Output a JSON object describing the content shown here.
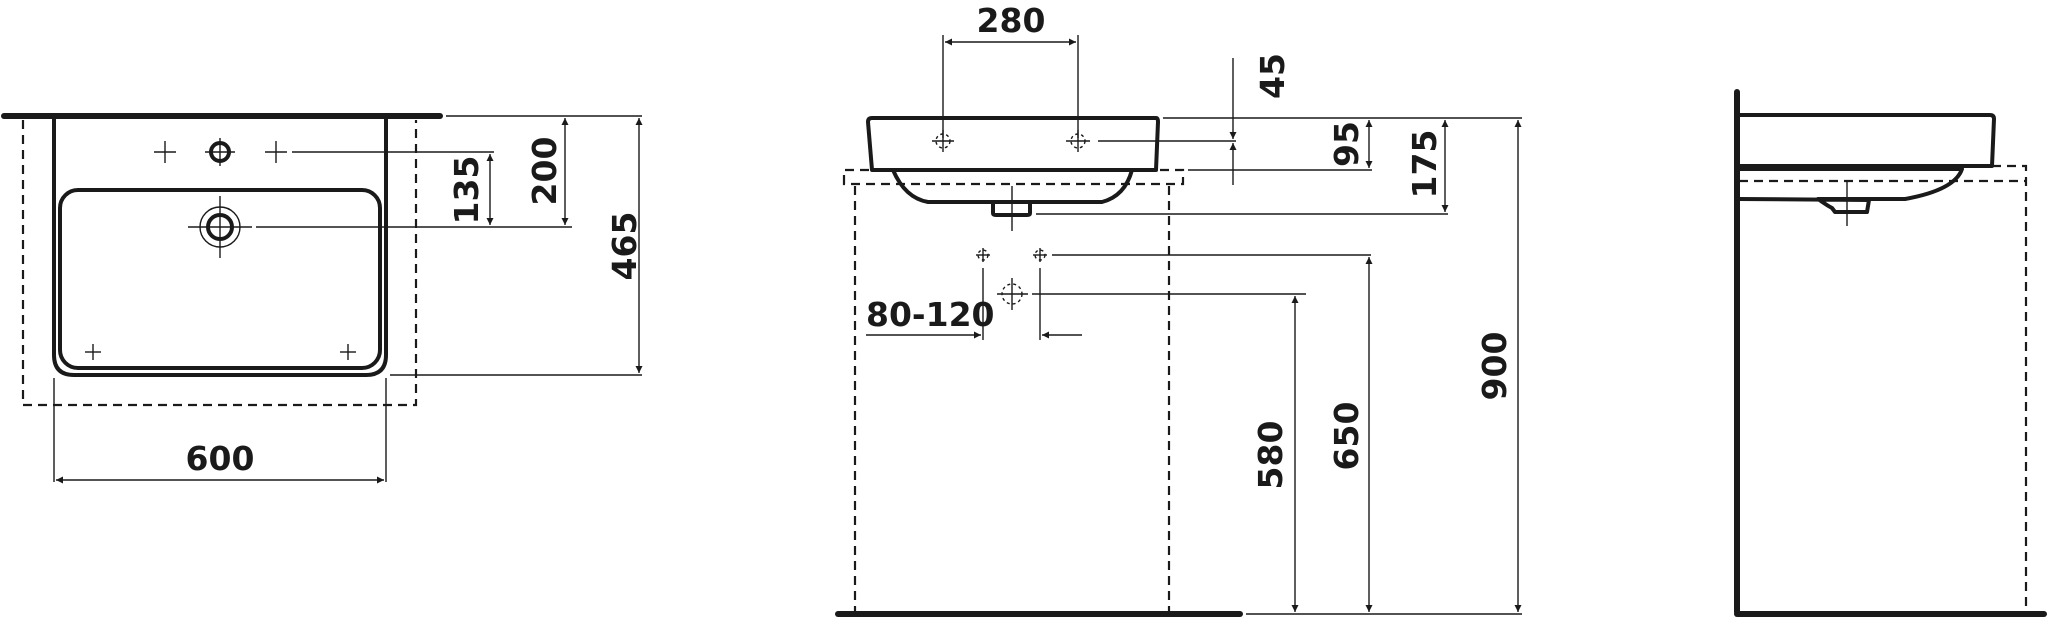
{
  "drawing": {
    "subject": "Wall-hung washbasin technical drawing",
    "views": [
      "top-view",
      "front-view",
      "side-view"
    ],
    "line_color": "#1a1a1a",
    "background": "#ffffff"
  },
  "top_view": {
    "dimensions": {
      "width": "600",
      "depth": "465",
      "tap_hole_to_drain": "135",
      "wall_to_drain": "200"
    }
  },
  "front_view": {
    "dimensions": {
      "tap_hole_spacing": "280",
      "rim_to_tap_hole": "45",
      "basin_height": "95",
      "rim_to_outlet": "175",
      "supply_spacing": "80-120",
      "drain_height": "580",
      "supply_height": "650",
      "rim_height": "900"
    }
  },
  "side_view": {
    "dimensions": {}
  }
}
